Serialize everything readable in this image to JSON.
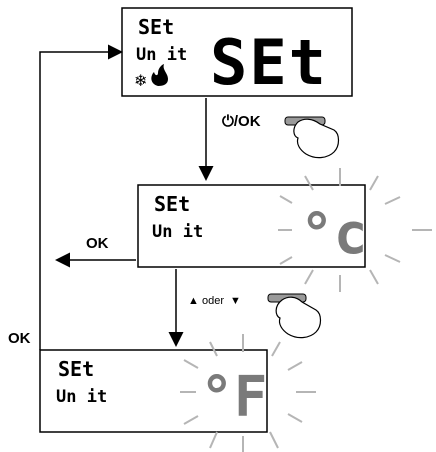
{
  "screens": [
    {
      "small_line1": "SEt",
      "small_line2": "Un it",
      "big_text": "SEt",
      "big_blink": false,
      "icons": [
        "snowflake-icon",
        "flame-icon"
      ]
    },
    {
      "small_line1": "SEt",
      "small_line2": "Un it",
      "big_text": "°c",
      "big_blink": true,
      "icons": []
    },
    {
      "small_line1": "SEt",
      "small_line2": "Un it",
      "big_text": "°F",
      "big_blink": true,
      "icons": []
    }
  ],
  "buttons": {
    "power_ok_label": "⏻/OK",
    "arrows_label_up": "▲",
    "arrows_label_oder": "oder",
    "arrows_label_down": "▼"
  },
  "arrows": {
    "ok_left_label": "OK",
    "ok_return_label": "OK"
  },
  "colors": {
    "line": "#000000",
    "segment_dark": "#000000",
    "segment_grey": "#7a7a7a",
    "rays": "#b5b5b5",
    "button": "#9a9a9a"
  }
}
